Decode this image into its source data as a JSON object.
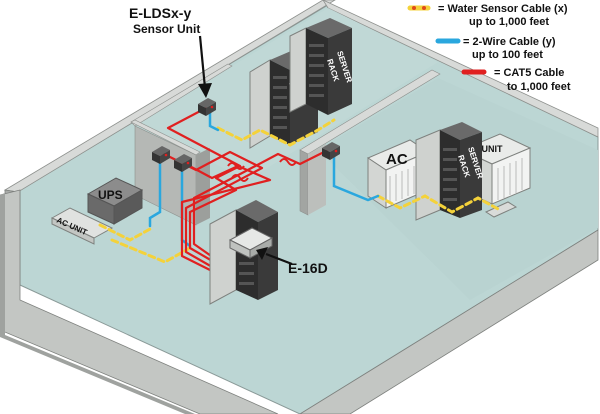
{
  "callouts": {
    "sensor_title": "E-LDSx-y",
    "sensor_sub": "Sensor Unit",
    "hub": "E-16D"
  },
  "legend": [
    {
      "line1": "= Water Sensor Cable (x)",
      "line2": "up to 1,000 feet",
      "color": "#f4d23a",
      "accent": "#e04a1a",
      "icon": "water-sensor-cable-icon"
    },
    {
      "line1": "= 2-Wire Cable (y)",
      "line2": "up to 100 feet",
      "color": "#2aa7de",
      "icon": "two-wire-cable-icon"
    },
    {
      "line1": "= CAT5 Cable",
      "line2": "to 1,000 feet",
      "color": "#e02020",
      "icon": "cat5-cable-icon"
    }
  ],
  "equipment": {
    "rack_label_1": "SERVER",
    "rack_label_2": "RACK",
    "ups": "UPS",
    "ac_unit": "AC UNIT",
    "ac": "AC"
  },
  "colors": {
    "floor": "#bcd6d4",
    "wall_top": "#c9ccc9",
    "wall_face": "#a7aaa7",
    "cat5": "#e02020",
    "two_wire": "#2aa7de",
    "water": "#f4d23a"
  }
}
